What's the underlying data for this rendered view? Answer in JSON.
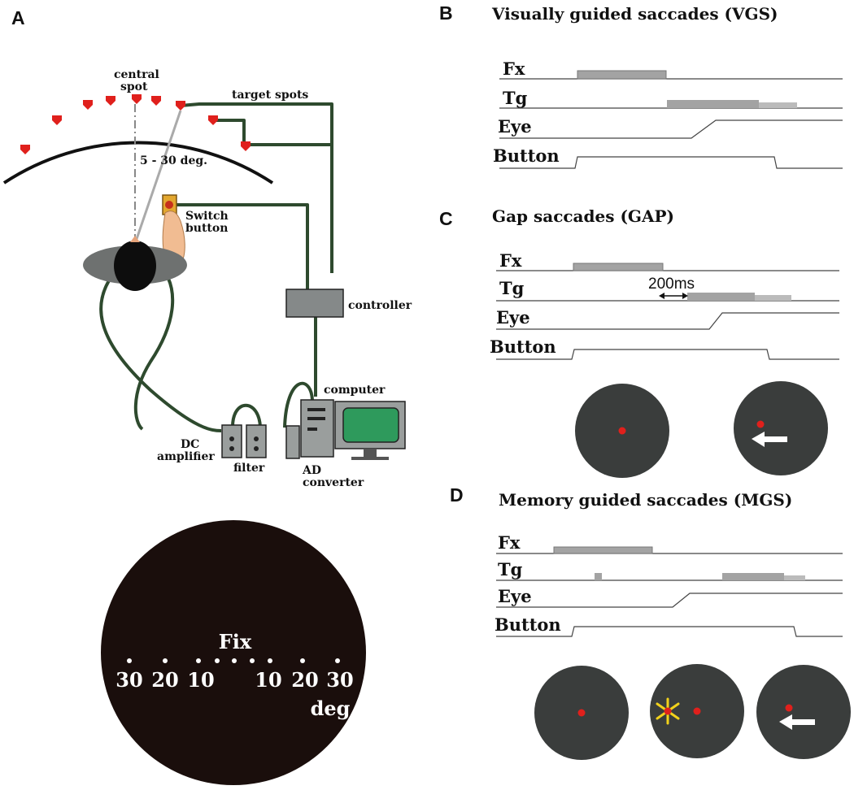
{
  "panels": {
    "a": {
      "letter": "A",
      "labels": {
        "central_spot_line1": "central",
        "central_spot_line2": "spot",
        "target_spots": "target spots",
        "angle_range": "5 - 30 deg.",
        "switch_line1": "Switch",
        "switch_line2": "button",
        "controller": "controller",
        "computer": "computer",
        "dc_line1": "DC",
        "dc_line2": "amplifier",
        "filter": "filter",
        "ad_line1": "AD",
        "ad_line2": "converter"
      },
      "display": {
        "fix_label": "Fix",
        "left_degrees": [
          "30",
          "20",
          "10"
        ],
        "right_degrees": [
          "10",
          "20",
          "30"
        ],
        "unit": "deg"
      }
    },
    "b": {
      "letter": "B",
      "title": "Visually guided saccades (VGS)",
      "traces": [
        "Fx",
        "Tg",
        "Eye",
        "Button"
      ]
    },
    "c": {
      "letter": "C",
      "title": "Gap saccades (GAP)",
      "traces": [
        "Fx",
        "Tg",
        "Eye",
        "Button"
      ],
      "gap_label": "200ms"
    },
    "d": {
      "letter": "D",
      "title": "Memory guided saccades (MGS)",
      "traces": [
        "Fx",
        "Tg",
        "Eye",
        "Button"
      ]
    }
  },
  "colors": {
    "wire": "#2e4a2e",
    "target_red": "#e0201c",
    "pulse_gray": "#a3a3a3",
    "screen_green": "#2e9a5c",
    "disc_dark": "#3a3d3c",
    "display_black": "#1a0e0c",
    "flash_yellow": "#f2d21b"
  },
  "icons": {
    "arrow": "white-left-arrow-icon",
    "flash": "yellow-asterisk-icon",
    "dot": "red-target-dot-icon"
  }
}
